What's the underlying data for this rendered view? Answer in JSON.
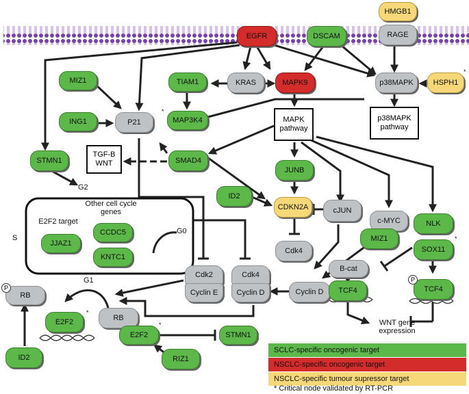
{
  "colors": {
    "sclc_oncogenic": "#5cb848",
    "nsclc_oncogenic": "#d42b2b",
    "nsclc_suppressor": "#f6d878",
    "other": "#bfc2c5"
  },
  "nodes": {
    "hmgb1": "HMGB1",
    "rage": "RAGE",
    "egfr": "EGFR",
    "dscam": "DSCAM",
    "miz1_top": "MIZ1",
    "tiam1": "TIAM1",
    "kras": "KRAS",
    "mapk9": "MAPK9",
    "p38mapk": "p38MAPK",
    "hsph1": "HSPH1",
    "ing1": "ING1",
    "p21": "P21",
    "map3k4": "MAP3K4",
    "stmn1_left": "STMN1",
    "smad4": "SMAD4",
    "junb": "JUNB",
    "id2_mid": "ID2",
    "cdkn2a": "CDKN2A",
    "cjun": "cJUN",
    "cmyc": "c-MYC",
    "miz1_mid": "MIZ1",
    "nlk": "NLK",
    "sox11": "SOX11",
    "jjaz1": "JJAZ1",
    "ccdc5": "CCDC5",
    "kntc1": "KNTC1",
    "cdk4_mid": "Cdk4",
    "cdk2": "Cdk2",
    "cycline": "Cyclin E",
    "cdk4_low": "Cdk4",
    "cyclind_low": "Cyclin D",
    "cyclind_right": "Cyclin D",
    "bcat": "B-cat",
    "tcf4_mid": "TCF4",
    "tcf4_right": "TCF4",
    "rb_left": "RB",
    "rb_mid": "RB",
    "e2f2_left": "E2F2",
    "e2f2_mid": "E2F2",
    "stmn1_low": "STMN1",
    "id2_low": "ID2",
    "riz1": "RIZ1"
  },
  "boxes": {
    "mapk_pathway": "MAPK pathway",
    "p38_pathway": "p38MAPK pathway",
    "tgfb_wnt": "TGF-B WNT"
  },
  "labels": {
    "g2": "G2",
    "g1": "G1",
    "g0": "G0",
    "s": "S",
    "e2f2_target": "E2F2 target",
    "other_genes": "Other cell cycle genes",
    "wnt_expr": "WNT gene expression",
    "phospho": "P",
    "star": "*"
  },
  "legend": {
    "sclc": "SCLC-specific oncogenic target",
    "nsclc_onc": "NSCLC-specific oncogenic target",
    "nsclc_sup": "NSCLC-specific tumour supressor target",
    "note": "* Critical node validated by RT-PCR"
  }
}
